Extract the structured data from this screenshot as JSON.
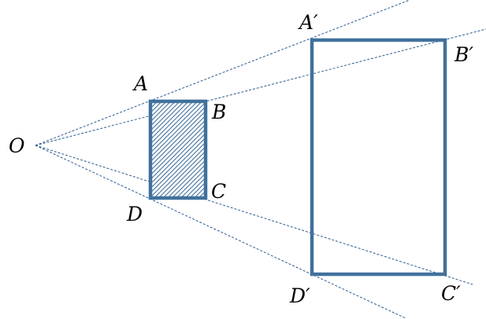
{
  "labels": {
    "O": "O",
    "A": "A",
    "B": "B",
    "C": "C",
    "D": "D",
    "A_prime": "A′",
    "B_prime": "B′",
    "C_prime": "C′",
    "D_prime": "D′"
  },
  "colors": {
    "rectangle_stroke": "#41719c",
    "ray_stroke": "#2e5b8f",
    "hatch": "#41719c"
  }
}
